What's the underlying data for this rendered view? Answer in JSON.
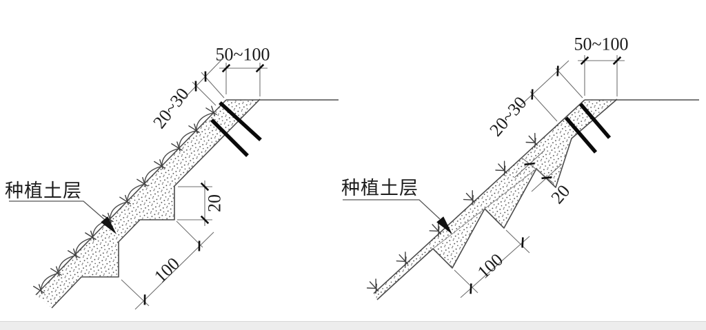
{
  "page": {
    "background": "#ffffff",
    "footer_bar_color": "#ededed"
  },
  "colors": {
    "drawing_line": "#4b4b4b",
    "dimension_line": "#6e6e6e",
    "text": "#1c1c1c",
    "anchor_bar": "#0a0a0a"
  },
  "left_diagram": {
    "soil_label": "种植土层",
    "dims": {
      "top_width": "50~100",
      "layer_thickness": "20~30",
      "step_height": "20",
      "step_length": "100"
    }
  },
  "right_diagram": {
    "soil_label": "种植土层",
    "dims": {
      "top_width": "50~100",
      "layer_thickness": "20~30",
      "notch_depth": "20",
      "notch_spacing": "100"
    }
  }
}
